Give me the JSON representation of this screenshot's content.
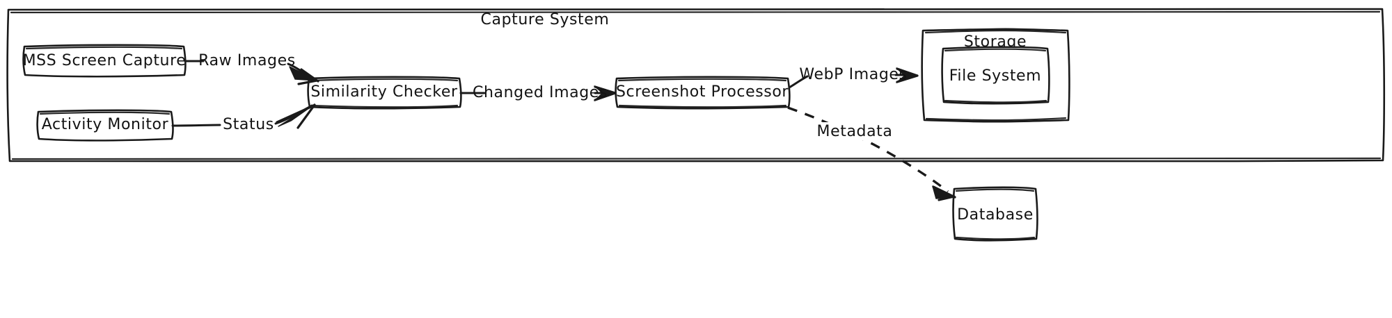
{
  "diagram": {
    "title": "Capture System",
    "type": "flowchart",
    "direction": "left-to-right",
    "style": "hand-drawn",
    "background_color": "#ffffff",
    "stroke_color": "#1a1a1a",
    "text_color": "#131313",
    "clusters": [
      {
        "id": "capture_system",
        "label": "Capture System"
      },
      {
        "id": "storage",
        "label": "Storage"
      }
    ],
    "nodes": [
      {
        "id": "mss",
        "label": "MSS Screen Capture",
        "cluster": "capture_system"
      },
      {
        "id": "activity",
        "label": "Activity Monitor",
        "cluster": "capture_system"
      },
      {
        "id": "similarity",
        "label": "Similarity Checker",
        "cluster": "capture_system"
      },
      {
        "id": "processor",
        "label": "Screenshot Processor",
        "cluster": "capture_system"
      },
      {
        "id": "filesystem",
        "label": "File System",
        "cluster": "storage"
      },
      {
        "id": "database",
        "label": "Database",
        "cluster": null
      }
    ],
    "edges": [
      {
        "from": "mss",
        "to": "similarity",
        "label": "Raw Images",
        "style": "solid"
      },
      {
        "from": "activity",
        "to": "similarity",
        "label": "Status",
        "style": "solid"
      },
      {
        "from": "similarity",
        "to": "processor",
        "label": "Changed Images",
        "style": "solid"
      },
      {
        "from": "processor",
        "to": "filesystem",
        "label": "WebP Images",
        "style": "solid"
      },
      {
        "from": "processor",
        "to": "database",
        "label": "Metadata",
        "style": "dashed"
      }
    ]
  }
}
